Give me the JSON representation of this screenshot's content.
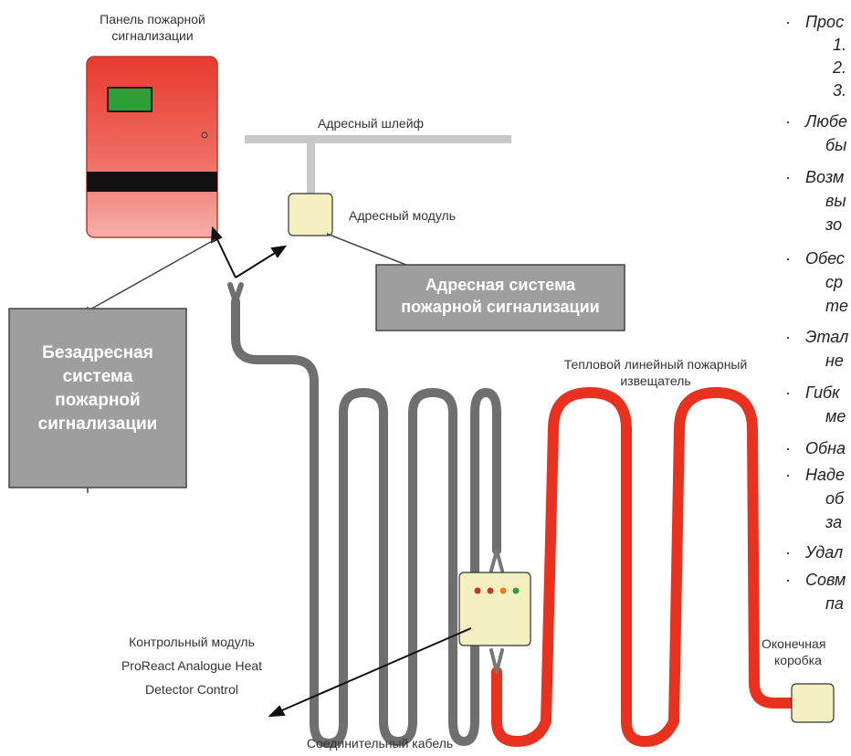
{
  "labels": {
    "panel_line1": "Панель пожарной",
    "panel_line2": "сигнализации",
    "loop": "Адресный шлейф",
    "module": "Адресный модуль",
    "detector_line1": "Тепловой линейный пожарный",
    "detector_line2": "извещатель",
    "control_line1": "Контрольный модуль",
    "control_line2": "ProReact Analogue Heat",
    "control_line3": "Detector Control",
    "end_box_line1": "Оконечная",
    "end_box_line2": "коробка",
    "connecting_cable": "Соединительный кабель"
  },
  "callouts": {
    "addressable_line1": "Адресная система",
    "addressable_line2": "пожарной сигнализации",
    "conventional_line1": "Безадресная",
    "conventional_line2": "система",
    "conventional_line3": "пожарной",
    "conventional_line4": "сигнализации"
  },
  "bullets": [
    {
      "marker": "·",
      "text": "Прос"
    },
    {
      "marker": "1.",
      "text": ""
    },
    {
      "marker": "2.",
      "text": ""
    },
    {
      "marker": "3.",
      "text": ""
    },
    {
      "marker": "·",
      "text": "Любе"
    },
    {
      "marker": "",
      "text": "бы"
    },
    {
      "marker": "·",
      "text": "Возм"
    },
    {
      "marker": "",
      "text": "вы"
    },
    {
      "marker": "",
      "text": "зо"
    },
    {
      "marker": "·",
      "text": "Обес"
    },
    {
      "marker": "",
      "text": "ср"
    },
    {
      "marker": "",
      "text": "те"
    },
    {
      "marker": "·",
      "text": "Этал"
    },
    {
      "marker": "",
      "text": "не"
    },
    {
      "marker": "·",
      "text": "Гибк"
    },
    {
      "marker": "",
      "text": "ме"
    },
    {
      "marker": "·",
      "text": "Обна"
    },
    {
      "marker": "·",
      "text": "Наде"
    },
    {
      "marker": "",
      "text": "об"
    },
    {
      "marker": "",
      "text": "за"
    },
    {
      "marker": "·",
      "text": "Удал"
    },
    {
      "marker": "·",
      "text": "Совм"
    },
    {
      "marker": "",
      "text": "па"
    }
  ],
  "colors": {
    "panel_red": "#e8443a",
    "display_green": "#2f9e3a",
    "cable_grey": "#6f6f6f",
    "detector_red": "#e8321f",
    "module_fill": "#f4efc1",
    "callout_grey": "#9e9e9e"
  }
}
